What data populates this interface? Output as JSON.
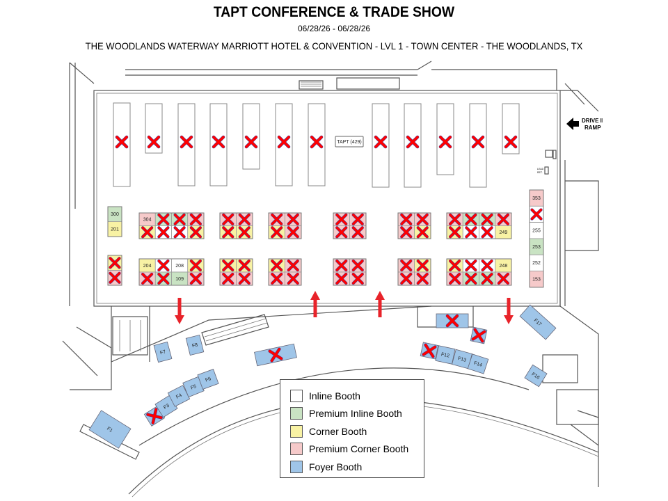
{
  "header": {
    "title": "TAPT CONFERENCE & TRADE SHOW",
    "dates": "06/28/26 - 06/28/26",
    "venue": "THE WOODLANDS WATERWAY MARRIOTT HOTEL & CONVENTION - LVL 1 - TOWN CENTER - THE WOODLANDS, TX"
  },
  "colors": {
    "inline": "#ffffff",
    "premium_inline": "#c9e3c3",
    "corner": "#f8f2a4",
    "premium_corner": "#f6caca",
    "foyer": "#9fc5e8",
    "sold_mark": "#ff0000",
    "arrow": "#e8232a"
  },
  "labels": {
    "drive_ramp_line1": "DRIVE IN",
    "drive_ramp_line2": "RAMP",
    "lead_ret_line1": "LEAD",
    "lead_ret_line2": "RET.",
    "tapt_booth": "TAPT (429)"
  },
  "top_inline_booths": [
    {
      "label": "",
      "sold": true
    },
    {
      "label": "",
      "sold": true
    },
    {
      "label": "",
      "sold": true
    },
    {
      "label": "",
      "sold": true
    },
    {
      "label": "",
      "sold": true
    },
    {
      "label": "",
      "sold": true
    },
    {
      "label": "",
      "sold": true
    },
    {
      "label": "",
      "sold": true
    },
    {
      "label": "",
      "sold": true
    },
    {
      "label": "",
      "sold": true
    },
    {
      "label": "",
      "sold": true
    },
    {
      "label": "",
      "sold": true
    }
  ],
  "grid_blocks": [
    {
      "rows": [
        [
          {
            "label": "300",
            "type": "premium_inline",
            "sold": false
          }
        ],
        [
          {
            "label": "201",
            "type": "corner",
            "sold": false
          }
        ]
      ]
    },
    {
      "rows": [
        [
          {
            "label": "304",
            "type": "premium_corner",
            "sold": false
          },
          {
            "label": "",
            "type": "premium_inline",
            "sold": true
          },
          {
            "label": "",
            "type": "premium_inline",
            "sold": true
          },
          {
            "label": "",
            "type": "premium_corner",
            "sold": true
          }
        ],
        [
          {
            "label": "",
            "type": "corner",
            "sold": true
          },
          {
            "label": "",
            "type": "inline",
            "sold": true
          },
          {
            "label": "",
            "type": "inline",
            "sold": true
          },
          {
            "label": "",
            "type": "corner",
            "sold": true
          }
        ]
      ]
    },
    {
      "rows": [
        [
          {
            "label": "",
            "type": "premium_corner",
            "sold": true
          },
          {
            "label": "",
            "type": "premium_corner",
            "sold": true
          }
        ],
        [
          {
            "label": "",
            "type": "corner",
            "sold": true
          },
          {
            "label": "",
            "type": "corner",
            "sold": true
          }
        ]
      ]
    },
    {
      "rows": [
        [
          {
            "label": "",
            "type": "premium_corner",
            "sold": true
          },
          {
            "label": "",
            "type": "premium_corner",
            "sold": true
          }
        ],
        [
          {
            "label": "",
            "type": "corner",
            "sold": true
          },
          {
            "label": "",
            "type": "premium_corner",
            "sold": true
          }
        ]
      ]
    },
    {
      "rows": [
        [
          {
            "label": "",
            "type": "premium_corner",
            "sold": true
          },
          {
            "label": "",
            "type": "premium_corner",
            "sold": true
          }
        ],
        [
          {
            "label": "",
            "type": "premium_corner",
            "sold": true
          },
          {
            "label": "",
            "type": "premium_corner",
            "sold": true
          }
        ]
      ]
    },
    {
      "rows": [
        [
          {
            "label": "",
            "type": "premium_corner",
            "sold": true
          },
          {
            "label": "",
            "type": "premium_corner",
            "sold": true
          }
        ],
        [
          {
            "label": "",
            "type": "premium_corner",
            "sold": true
          },
          {
            "label": "",
            "type": "corner",
            "sold": true
          }
        ]
      ]
    },
    {
      "rows": [
        [
          {
            "label": "",
            "type": "premium_corner",
            "sold": true
          },
          {
            "label": "",
            "type": "premium_inline",
            "sold": true
          },
          {
            "label": "",
            "type": "premium_inline",
            "sold": true
          },
          {
            "label": "",
            "type": "premium_corner",
            "sold": true
          }
        ],
        [
          {
            "label": "",
            "type": "corner",
            "sold": true
          },
          {
            "label": "",
            "type": "inline",
            "sold": true
          },
          {
            "label": "",
            "type": "inline",
            "sold": true
          },
          {
            "label": "249",
            "type": "corner",
            "sold": false
          }
        ]
      ]
    },
    {
      "rows": [
        [
          {
            "label": "",
            "type": "corner",
            "sold": true
          }
        ],
        [
          {
            "label": "",
            "type": "premium_corner",
            "sold": true
          }
        ]
      ]
    },
    {
      "rows": [
        [
          {
            "label": "204",
            "type": "corner",
            "sold": false
          },
          {
            "label": "",
            "type": "inline",
            "sold": true
          },
          {
            "label": "208",
            "type": "inline",
            "sold": false
          },
          {
            "label": "",
            "type": "corner",
            "sold": true
          }
        ],
        [
          {
            "label": "",
            "type": "premium_corner",
            "sold": true
          },
          {
            "label": "",
            "type": "premium_inline",
            "sold": true
          },
          {
            "label": "109",
            "type": "premium_inline",
            "sold": false
          },
          {
            "label": "",
            "type": "premium_corner",
            "sold": true
          }
        ]
      ]
    },
    {
      "rows": [
        [
          {
            "label": "",
            "type": "corner",
            "sold": true
          },
          {
            "label": "",
            "type": "corner",
            "sold": true
          }
        ],
        [
          {
            "label": "",
            "type": "premium_corner",
            "sold": true
          },
          {
            "label": "",
            "type": "premium_corner",
            "sold": true
          }
        ]
      ]
    },
    {
      "rows": [
        [
          {
            "label": "",
            "type": "corner",
            "sold": true
          },
          {
            "label": "",
            "type": "premium_corner",
            "sold": true
          }
        ],
        [
          {
            "label": "",
            "type": "premium_corner",
            "sold": true
          },
          {
            "label": "",
            "type": "premium_corner",
            "sold": true
          }
        ]
      ]
    },
    {
      "rows": [
        [
          {
            "label": "",
            "type": "premium_corner",
            "sold": true
          },
          {
            "label": "",
            "type": "premium_corner",
            "sold": true
          }
        ],
        [
          {
            "label": "",
            "type": "premium_corner",
            "sold": true
          },
          {
            "label": "",
            "type": "premium_corner",
            "sold": true
          }
        ]
      ]
    },
    {
      "rows": [
        [
          {
            "label": "",
            "type": "premium_corner",
            "sold": true
          },
          {
            "label": "",
            "type": "corner",
            "sold": true
          }
        ],
        [
          {
            "label": "",
            "type": "premium_corner",
            "sold": true
          },
          {
            "label": "",
            "type": "premium_corner",
            "sold": true
          }
        ]
      ]
    },
    {
      "rows": [
        [
          {
            "label": "",
            "type": "corner",
            "sold": true
          },
          {
            "label": "",
            "type": "inline",
            "sold": true
          },
          {
            "label": "",
            "type": "inline",
            "sold": true
          },
          {
            "label": "248",
            "type": "corner",
            "sold": false
          }
        ],
        [
          {
            "label": "",
            "type": "premium_corner",
            "sold": true
          },
          {
            "label": "",
            "type": "premium_inline",
            "sold": true
          },
          {
            "label": "",
            "type": "premium_inline",
            "sold": true
          },
          {
            "label": "",
            "type": "premium_corner",
            "sold": true
          }
        ]
      ]
    },
    {
      "rows": [
        [
          {
            "label": "353",
            "type": "premium_corner",
            "sold": false
          }
        ],
        [
          {
            "label": "",
            "type": "inline",
            "sold": true
          }
        ],
        [
          {
            "label": "255",
            "type": "inline",
            "sold": false
          }
        ],
        [
          {
            "label": "253",
            "type": "premium_inline",
            "sold": false
          }
        ],
        [
          {
            "label": "252",
            "type": "inline",
            "sold": false
          }
        ],
        [
          {
            "label": "153",
            "type": "premium_corner",
            "sold": false
          }
        ]
      ]
    }
  ],
  "foyer_booths": [
    {
      "label": "F1",
      "sold": false
    },
    {
      "label": "",
      "sold": true
    },
    {
      "label": "F3",
      "sold": false
    },
    {
      "label": "F4",
      "sold": false
    },
    {
      "label": "F5",
      "sold": false
    },
    {
      "label": "F6",
      "sold": false
    },
    {
      "label": "F7",
      "sold": false
    },
    {
      "label": "F8",
      "sold": false
    },
    {
      "label": "",
      "sold": true
    },
    {
      "label": "",
      "sold": true
    },
    {
      "label": "",
      "sold": true
    },
    {
      "label": "",
      "sold": true
    },
    {
      "label": "F12",
      "sold": false
    },
    {
      "label": "F13",
      "sold": false
    },
    {
      "label": "F14",
      "sold": false
    },
    {
      "label": "F16",
      "sold": false
    },
    {
      "label": "F17",
      "sold": false
    }
  ],
  "legend": [
    {
      "label": "Inline Booth",
      "type": "inline"
    },
    {
      "label": "Premium Inline Booth",
      "type": "premium_inline"
    },
    {
      "label": "Corner Booth",
      "type": "corner"
    },
    {
      "label": "Premium Corner Booth",
      "type": "premium_corner"
    },
    {
      "label": "Foyer Booth",
      "type": "foyer"
    }
  ]
}
